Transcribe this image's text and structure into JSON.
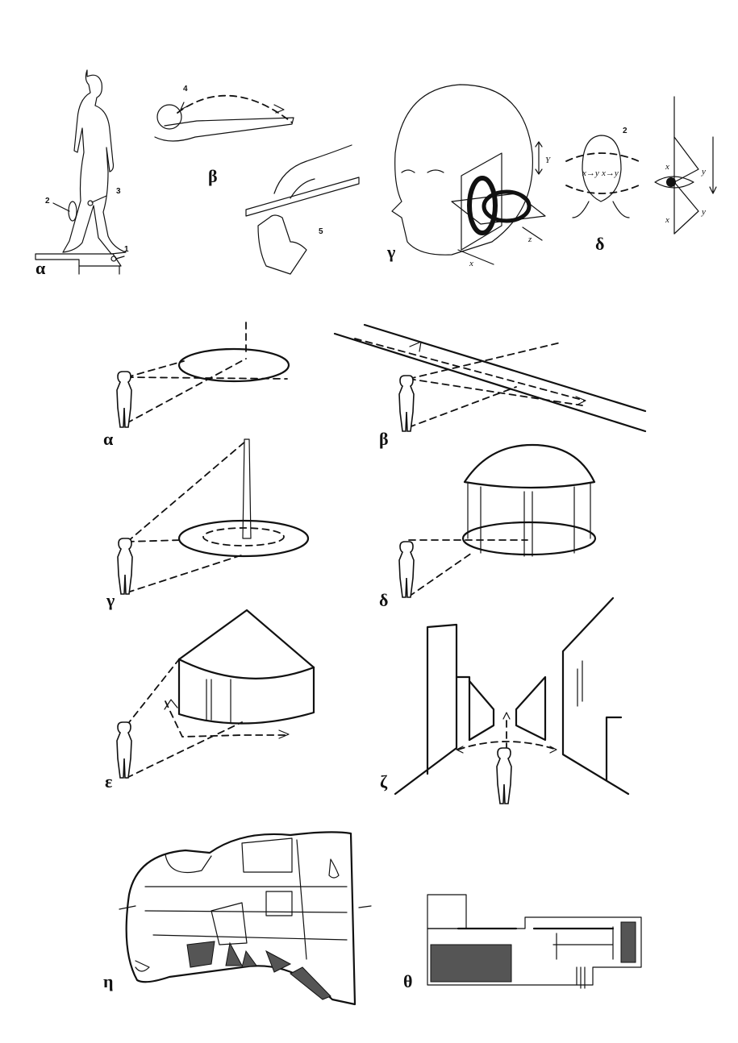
{
  "top_row": {
    "alpha_label": "α",
    "beta_label": "β",
    "gamma_label": "γ",
    "delta_label": "δ",
    "markers": [
      "1",
      "2",
      "3",
      "4",
      "5",
      "2"
    ],
    "axis_letters": {
      "x": "x",
      "y": "y",
      "z": "z",
      "Y": "Y",
      "xy1": "x→y",
      "xy2": "x→y"
    }
  },
  "space_diagrams": {
    "alpha_label": "α",
    "beta_label": "β",
    "gamma_label": "γ",
    "delta_label": "δ",
    "epsilon_label": "ε",
    "zeta_label": "ζ"
  },
  "plans": {
    "eta_label": "η",
    "theta_label": "θ"
  }
}
